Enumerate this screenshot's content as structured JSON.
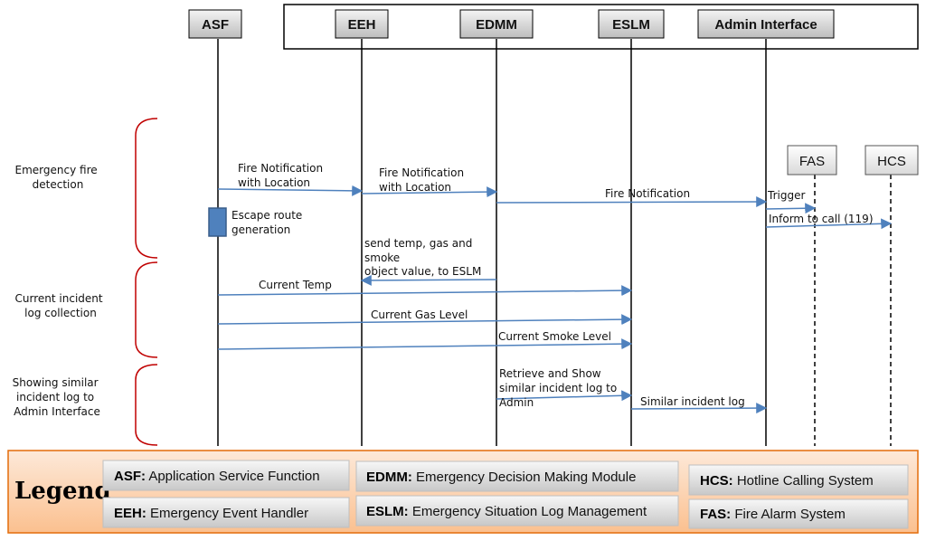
{
  "actors": [
    {
      "id": "ASF",
      "label": "ASF"
    },
    {
      "id": "EEH",
      "label": "EEH"
    },
    {
      "id": "EDMM",
      "label": "EDMM"
    },
    {
      "id": "ESLM",
      "label": "ESLM"
    },
    {
      "id": "ADMIN",
      "label": "Admin Interface"
    }
  ],
  "external_systems": [
    {
      "id": "FAS",
      "label": "FAS"
    },
    {
      "id": "HCS",
      "label": "HCS"
    }
  ],
  "phases": [
    {
      "id": "phase1",
      "lines": [
        "Emergency fire",
        "detection"
      ]
    },
    {
      "id": "phase2",
      "lines": [
        "Current incident",
        "log collection"
      ]
    },
    {
      "id": "phase3",
      "lines": [
        "Showing similar",
        "incident log to",
        "Admin Interface"
      ]
    }
  ],
  "messages": [
    {
      "id": "m1",
      "from": "ASF",
      "to": "EEH",
      "lines": [
        "Fire Notification",
        "with Location"
      ]
    },
    {
      "id": "m2",
      "from": "EEH",
      "to": "EDMM",
      "lines": [
        "Fire Notification",
        "with Location"
      ]
    },
    {
      "id": "m3",
      "from": "EDMM",
      "to": "ADMIN",
      "lines": [
        "Fire Notification"
      ]
    },
    {
      "id": "m4",
      "from": "ADMIN",
      "to": "FAS",
      "lines": [
        "Trigger"
      ]
    },
    {
      "id": "m5",
      "from": "ADMIN",
      "to": "HCS",
      "lines": [
        "Inform  to call (119)"
      ]
    },
    {
      "id": "m6",
      "from": "ASF",
      "to": "ASF",
      "lines": [
        "Escape route",
        "generation"
      ]
    },
    {
      "id": "m7",
      "from": "EDMM",
      "to": "EEH",
      "lines": [
        "send temp, gas and",
        "smoke",
        "object value, to ESLM"
      ]
    },
    {
      "id": "m8",
      "from": "ASF",
      "to": "ESLM",
      "lines": [
        "Current Temp"
      ]
    },
    {
      "id": "m9",
      "from": "ASF",
      "to": "ESLM",
      "lines": [
        "Current  Gas Level"
      ]
    },
    {
      "id": "m10",
      "from": "ASF",
      "to": "ESLM",
      "lines": [
        "Current  Smoke Level"
      ]
    },
    {
      "id": "m11",
      "from": "EDMM",
      "to": "ESLM",
      "lines": [
        "Retrieve  and Show",
        "similar incident  log to",
        "Admin"
      ]
    },
    {
      "id": "m12",
      "from": "ESLM",
      "to": "ADMIN",
      "lines": [
        "Similar  incident  log"
      ]
    }
  ],
  "legend": {
    "title": "Legend",
    "items": [
      {
        "abbr": "ASF:",
        "full": " Application Service Function"
      },
      {
        "abbr": "EDMM:",
        "full": " Emergency Decision Making Module"
      },
      {
        "abbr": "HCS:",
        "full": " Hotline Calling System"
      },
      {
        "abbr": "EEH:",
        "full": " Emergency Event Handler"
      },
      {
        "abbr": "ESLM:",
        "full": " Emergency Situation Log Management"
      },
      {
        "abbr": "FAS:",
        "full": " Fire Alarm System"
      }
    ]
  },
  "colors": {
    "message_arrow": "#4f81bd",
    "phase_brace": "#c00000",
    "legend_border": "#e46c0a",
    "legend_fill": "#fcd5b4",
    "activation_box": "#4f81bd"
  }
}
